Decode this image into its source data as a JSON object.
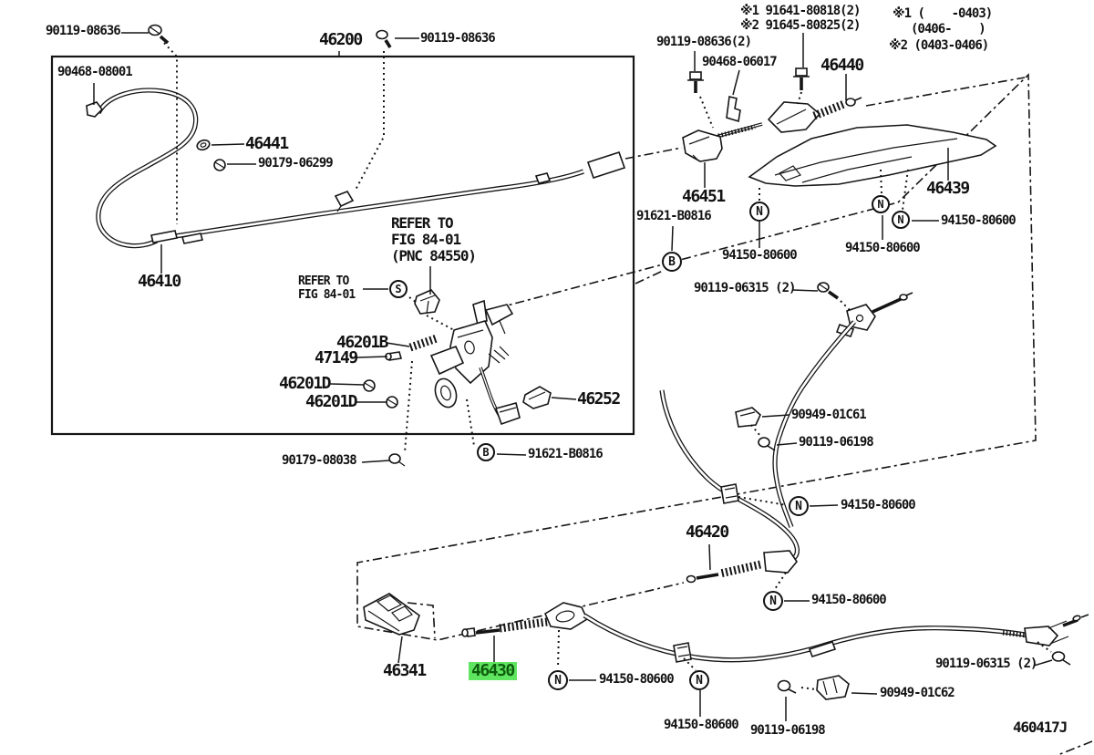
{
  "diagram": {
    "type": "parts-exploded-diagram",
    "drawing_number": "460417J",
    "highlighted_part": "46430",
    "highlight_color": "#5fe55f",
    "line_color": "#151515"
  },
  "notes": {
    "variant1": "※1 91641-80818(2)",
    "variant2": "※2 91645-80825(2)",
    "range1": "※1 (    -0403)",
    "range2": "(0406-    )",
    "range3": "※2 (0403-0406)"
  },
  "labels": {
    "bolt_tl": {
      "text": "90119-08636"
    },
    "clip_tl": {
      "text": "90468-08001"
    },
    "box_title": {
      "text": "46200"
    },
    "bolt_tm": {
      "text": "90119-08636"
    },
    "grommet": {
      "text": "46441"
    },
    "nut_6299": {
      "text": "90179-06299"
    },
    "cable_410": {
      "text": "46410"
    },
    "refer_pnc": {
      "text": "REFER TO\nFIG 84-01\n(PNC 84550)"
    },
    "refer_fig": {
      "text": "REFER TO\nFIG 84-01"
    },
    "spring_b": {
      "text": "46201B"
    },
    "pin_47149": {
      "text": "47149"
    },
    "nut_d1": {
      "text": "46201D"
    },
    "nut_d2": {
      "text": "46201D"
    },
    "pad_252": {
      "text": "46252"
    },
    "bolt_8038": {
      "text": "90179-08038"
    },
    "b_bottom": {
      "text": "91621-B0816"
    },
    "b_top": {
      "text": "91621-B0816"
    },
    "bolt_tr": {
      "text": "90119-08636(2)"
    },
    "clip_6017": {
      "text": "90468-06017"
    },
    "rod_440": {
      "text": "46440"
    },
    "brk_451": {
      "text": "46451"
    },
    "plate_439": {
      "text": "46439"
    },
    "nut_a": {
      "text": "94150-80600"
    },
    "nut_b": {
      "text": "94150-80600"
    },
    "nut_c": {
      "text": "94150-80600"
    },
    "bolt_6315t": {
      "text": "90119-06315 (2)"
    },
    "clamp_c61": {
      "text": "90949-01C61"
    },
    "bolt_6198t": {
      "text": "90119-06198"
    },
    "cbl_420": {
      "text": "46420"
    },
    "nut_d": {
      "text": "94150-80600"
    },
    "nut_e": {
      "text": "94150-80600"
    },
    "brk_341": {
      "text": "46341"
    },
    "cbl_430": {
      "text": "46430"
    },
    "nut_f": {
      "text": "94150-80600"
    },
    "nut_g": {
      "text": "94150-80600"
    },
    "bolt_6315b": {
      "text": "90119-06315 (2)"
    },
    "clamp_c62": {
      "text": "90949-01C62"
    },
    "bolt_6198b": {
      "text": "90119-06198"
    },
    "fig_id": {
      "text": "460417J"
    }
  },
  "markers": {
    "s1": {
      "letter": "S"
    },
    "b1": {
      "letter": "B"
    },
    "b2": {
      "letter": "B"
    },
    "n1": {
      "letter": "N"
    },
    "n2": {
      "letter": "N"
    },
    "n3": {
      "letter": "N"
    },
    "n4": {
      "letter": "N"
    },
    "n5": {
      "letter": "N"
    },
    "n6": {
      "letter": "N"
    },
    "n7": {
      "letter": "N"
    }
  }
}
